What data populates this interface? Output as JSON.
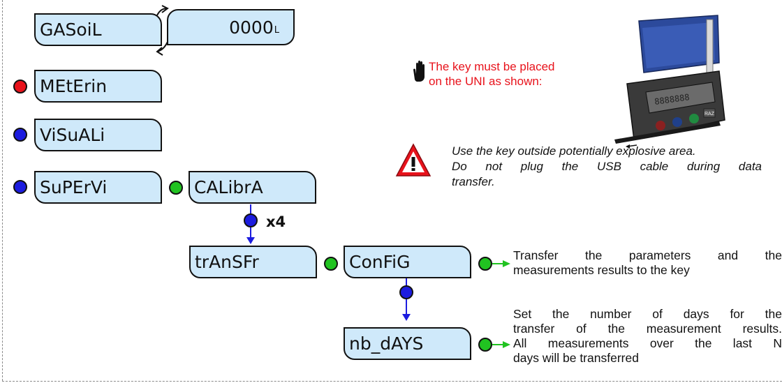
{
  "menu": {
    "gasoil": "GASoiL",
    "value": "0000",
    "value_unit": "L",
    "meterin": "MEtErin",
    "visuali": "ViSuALi",
    "supervi": "SuPErVi",
    "calibra": "CALibrA",
    "transfr": "trAnSFr",
    "config": "ConFiG",
    "nb_days": "nb_dAYS"
  },
  "press_count": "x4",
  "key_note": {
    "line1": "The key must be placed",
    "line2": "on the UNI as shown:"
  },
  "warning": {
    "line1": "Use the key outside potentially explosive area.",
    "line2": "Do not plug the USB cable during data",
    "line3": "transfer."
  },
  "config_desc": {
    "line1": "Transfer the parameters and the",
    "line2": "measurements results to the key"
  },
  "days_desc": {
    "line1": "Set the number of days for the",
    "line2": "transfer of the measurement results.",
    "line3": "All measurements over the last N",
    "line4": "days will be transferred"
  },
  "device_display": "8888888",
  "device_buttons": [
    "RAZ"
  ],
  "colors": {
    "box_fill": "#cfe9fa",
    "led_red": "#e8121b",
    "led_blue": "#1c1cdf",
    "led_green": "#21c321",
    "note_red": "#e8121b",
    "arrow_blue": "#1c1cdf",
    "arrow_green": "#21c321"
  },
  "icons": [
    "hand-pointer-icon",
    "warning-triangle-icon",
    "usb-key-device-image"
  ]
}
